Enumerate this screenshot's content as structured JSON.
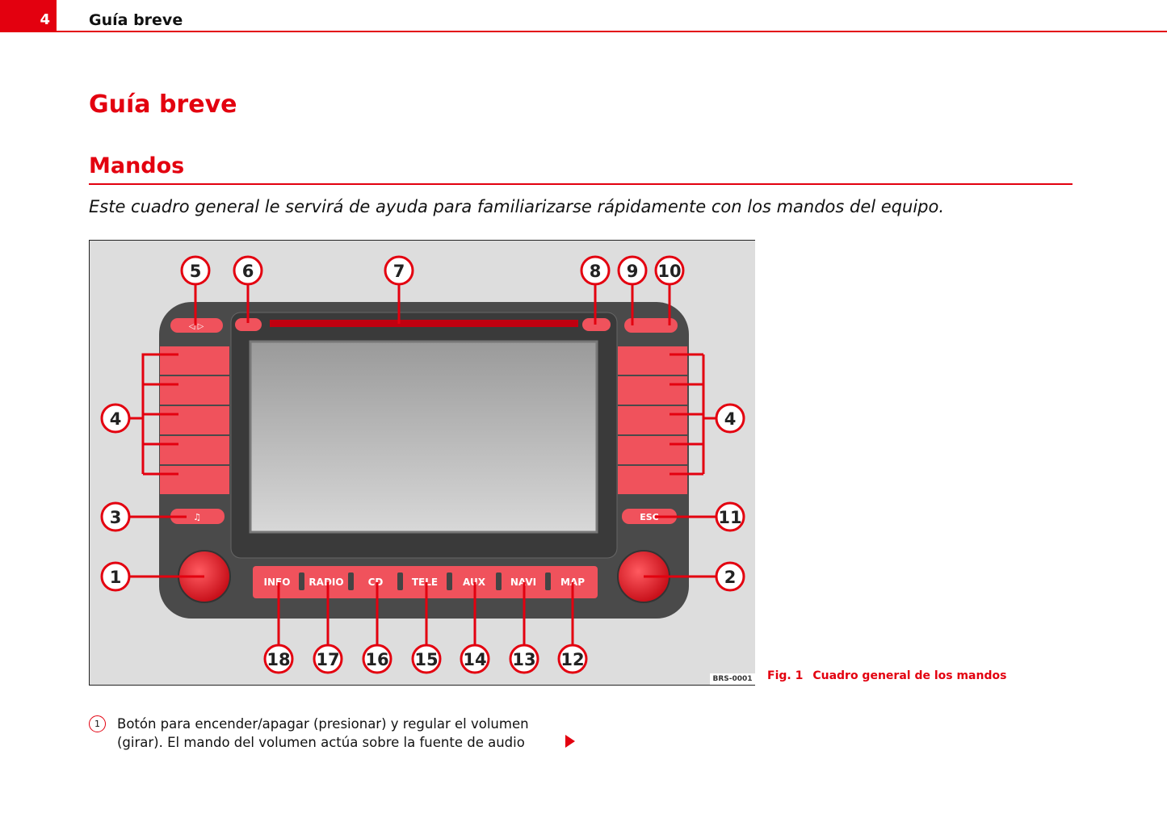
{
  "header": {
    "page_number": "4",
    "title": "Guía breve"
  },
  "title": "Guía breve",
  "section": "Mandos",
  "intro": "Este cuadro general le servirá de ayuda para familiarizarse rápidamente con los mandos del equipo.",
  "figure": {
    "reference": "BRS-0001",
    "caption_label": "Fig. 1",
    "caption": "Cuadro general de los mandos",
    "buttons": [
      "INFO",
      "RADIO",
      "CD",
      "TELE",
      "AUX",
      "NAVI",
      "MAP"
    ],
    "esc_label": "ESC",
    "callouts": [
      "5",
      "6",
      "7",
      "8",
      "9",
      "10",
      "4",
      "4",
      "3",
      "11",
      "1",
      "2",
      "18",
      "17",
      "16",
      "15",
      "14",
      "13",
      "12"
    ]
  },
  "items": [
    {
      "number": "1",
      "text": "Botón para encender/apagar (presionar) y regular el volumen (girar). El mando del volumen actúa sobre la fuente de audio"
    }
  ],
  "colors": {
    "accent": "#e3000f",
    "button": "#f0525c"
  }
}
